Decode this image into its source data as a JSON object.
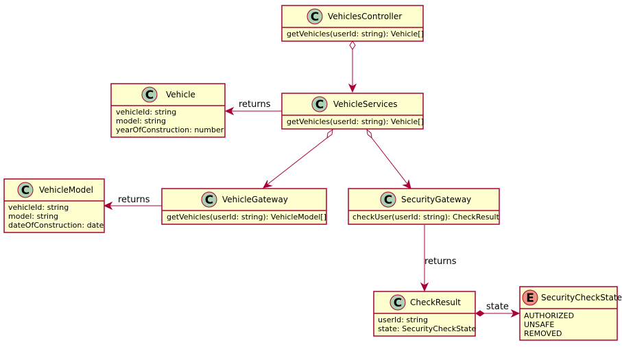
{
  "classes": {
    "vehicles_controller": {
      "stereotype": "C",
      "name": "VehiclesController",
      "members": [
        "getVehicles(userId: string): Vehicle[]"
      ]
    },
    "vehicle": {
      "stereotype": "C",
      "name": "Vehicle",
      "members": [
        "vehicleId: string",
        "model: string",
        "yearOfConstruction: number"
      ]
    },
    "vehicle_services": {
      "stereotype": "C",
      "name": "VehicleServices",
      "members": [
        "getVehicles(userId: string): Vehicle[]"
      ]
    },
    "vehicle_model": {
      "stereotype": "C",
      "name": "VehicleModel",
      "members": [
        "vehicleId: string",
        "model: string",
        "dateOfConstruction: date"
      ]
    },
    "vehicle_gateway": {
      "stereotype": "C",
      "name": "VehicleGateway",
      "members": [
        "getVehicles(userId: string): VehicleModel[]"
      ]
    },
    "security_gateway": {
      "stereotype": "C",
      "name": "SecurityGateway",
      "members": [
        "checkUser(userId: string): CheckResult"
      ]
    },
    "check_result": {
      "stereotype": "C",
      "name": "CheckResult",
      "members": [
        "userId: string",
        "state: SecurityCheckState"
      ]
    },
    "security_check_state": {
      "stereotype": "E",
      "name": "SecurityCheckState",
      "members": [
        "AUTHORIZED",
        "UNSAFE",
        "REMOVED"
      ]
    }
  },
  "edges": {
    "services_returns_vehicle": "returns",
    "gateway_returns_model": "returns",
    "security_returns_result": "returns",
    "result_state": "state"
  },
  "colors": {
    "box_fill": "#FEFECE",
    "border": "#A80036",
    "class_badge": "#ADD1B2",
    "enum_badge": "#EB937F"
  }
}
